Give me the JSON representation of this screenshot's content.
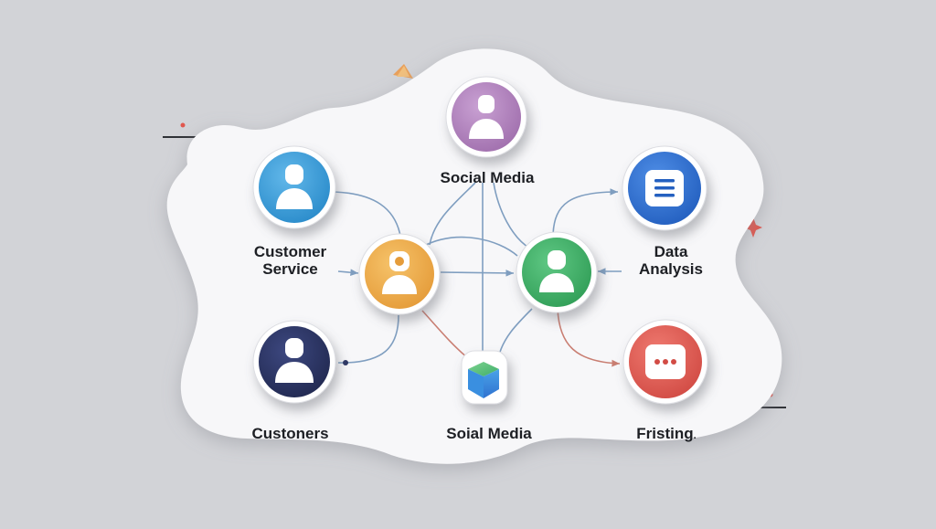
{
  "palette": {
    "background": "#d2d3d7",
    "blob": "#f7f7f9",
    "purple": "#b486c0",
    "blue": "#3f9fd8",
    "navy": "#2b3563",
    "orange": "#eeae4e",
    "green": "#45b56c",
    "royal_blue": "#3274d4",
    "red": "#e36158",
    "connector": "#7f9ec0",
    "connector_red": "#c97e72"
  },
  "nodes": {
    "top": {
      "label": "Social Media",
      "icon": "person-icon",
      "color": "#b486c0"
    },
    "customer_service": {
      "label_line1": "Customer",
      "label_line2": "Service",
      "icon": "person-icon",
      "color": "#3f9fd8"
    },
    "customers": {
      "label": "Custoners",
      "icon": "person-icon",
      "color": "#2b3563"
    },
    "hub_left": {
      "icon": "person-with-head-dot-icon",
      "color": "#eeae4e"
    },
    "hub_right": {
      "icon": "person-icon",
      "color": "#45b56c"
    },
    "data_analysis": {
      "label_line1": "Data",
      "label_line2": "Analysis",
      "icon": "document-lines-icon",
      "color": "#3274d4"
    },
    "fristing": {
      "label": "Fristing",
      "label_suffix": ".",
      "icon": "chat-dots-icon",
      "color": "#e36158"
    },
    "bottom": {
      "label": "Soial Media",
      "icon": "cube-icon"
    }
  }
}
